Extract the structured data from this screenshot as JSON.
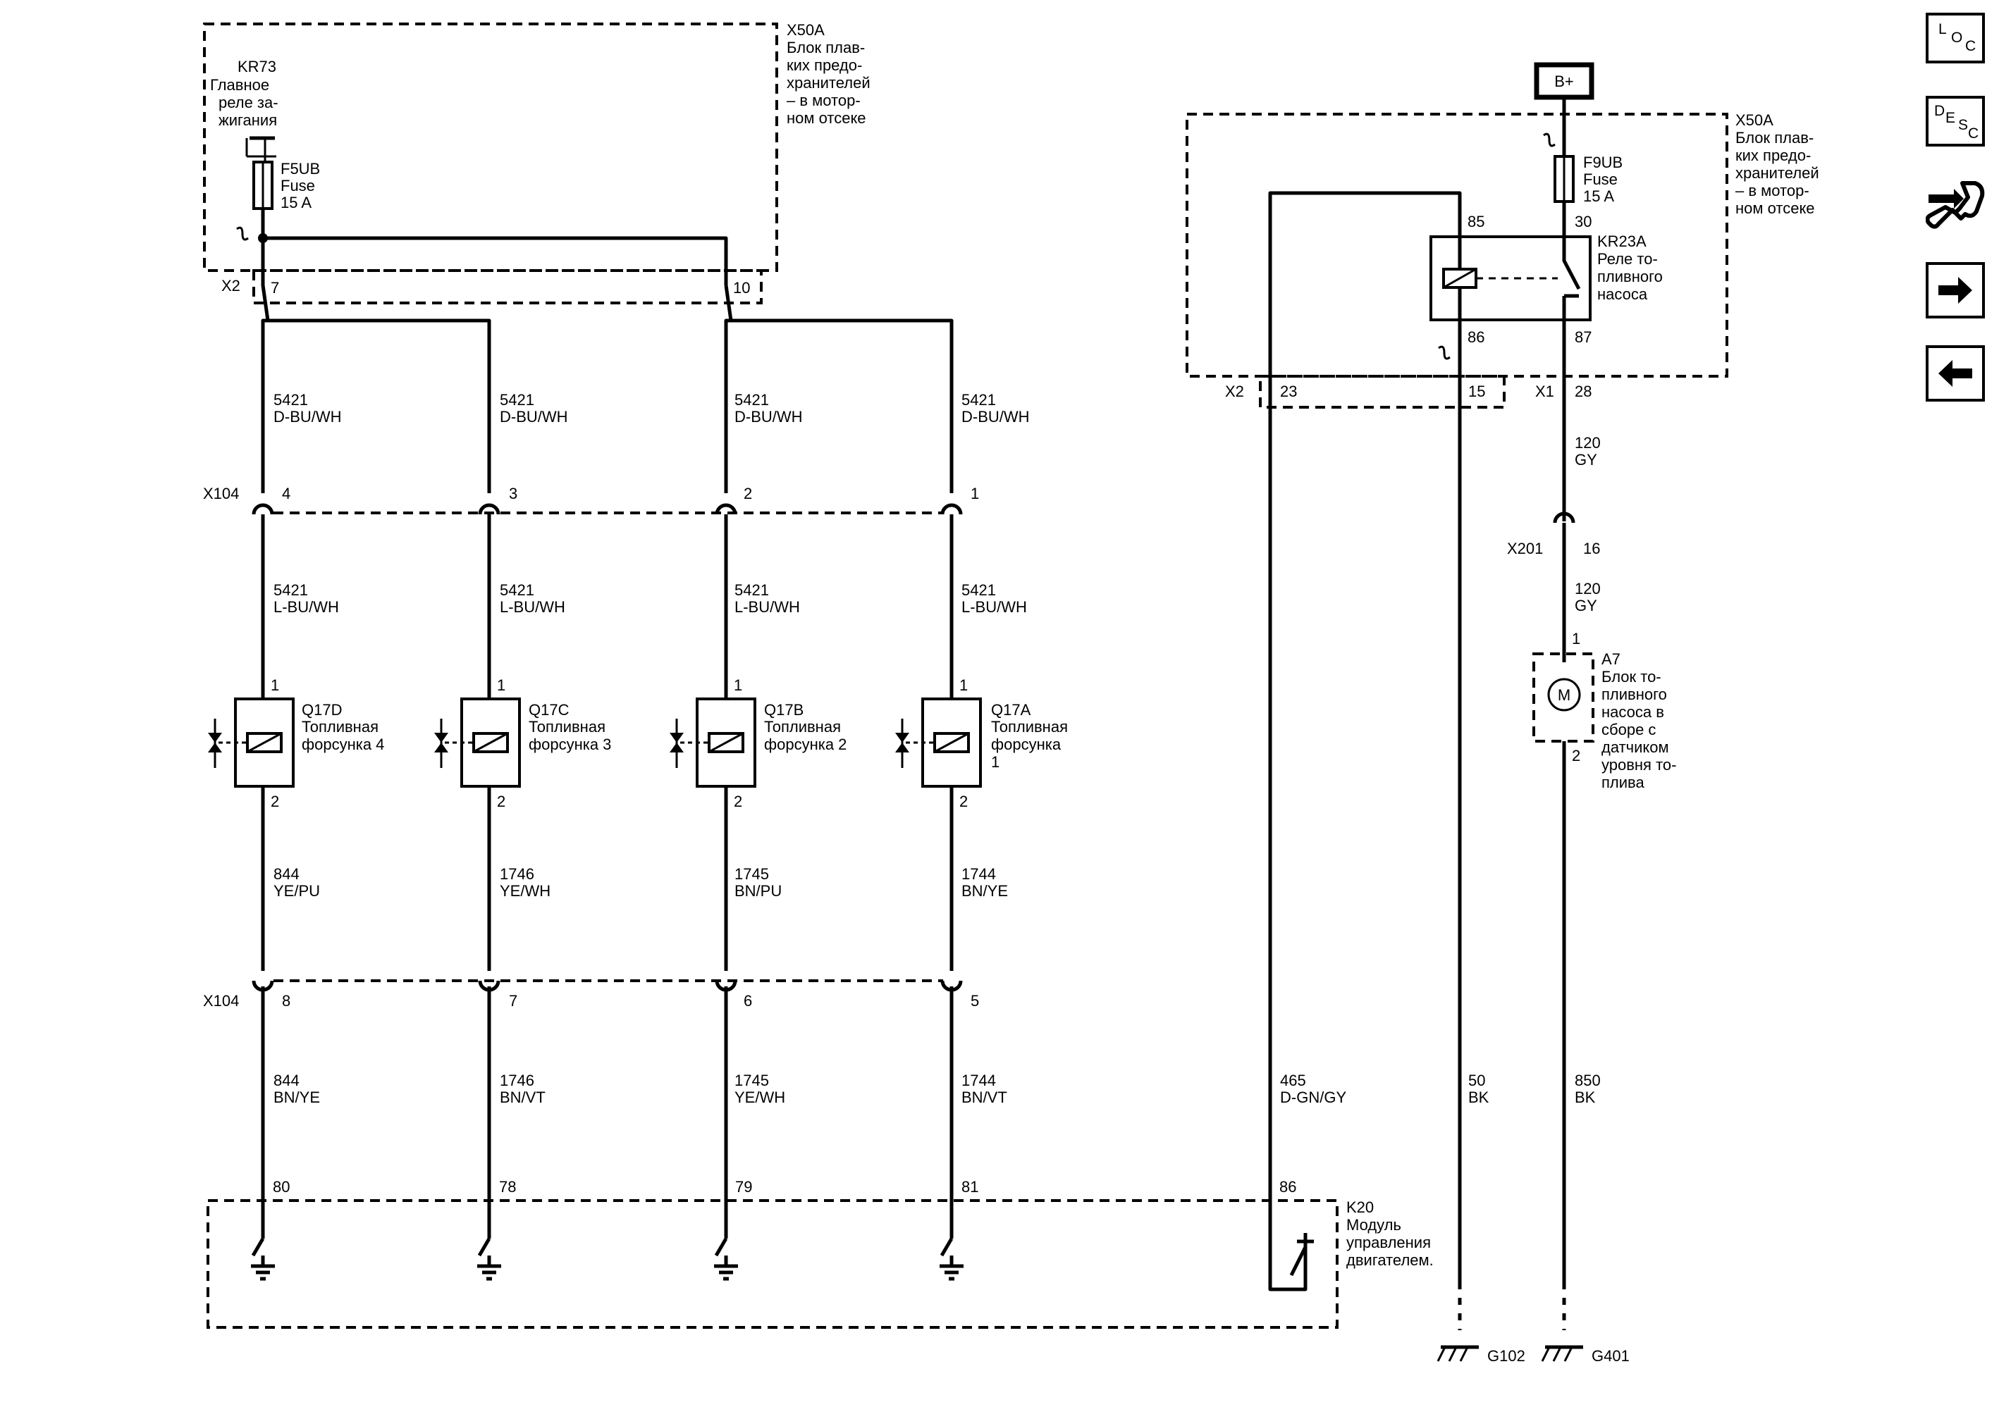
{
  "components": {
    "x50a_left": {
      "id": "X50A",
      "name": [
        "Блок плав-",
        "ких предо-",
        "хранителей",
        "– в мотор-",
        "ном отсеке"
      ]
    },
    "x50a_right": {
      "id": "X50A",
      "name": [
        "Блок плав-",
        "ких предо-",
        "хранителей",
        "– в мотор-",
        "ном отсеке"
      ]
    },
    "kr73": {
      "id": "KR73",
      "name": [
        "Главное",
        "реле за-",
        "жигания"
      ]
    },
    "f5ub": {
      "id": "F5UB",
      "name": "Fuse",
      "rating": "15 A"
    },
    "f9ub": {
      "id": "F9UB",
      "name": "Fuse",
      "rating": "15 A"
    },
    "kr23a": {
      "id": "KR23A",
      "name": [
        "Реле то-",
        "пливного",
        "насоса"
      ],
      "pins": {
        "p85": "85",
        "p30": "30",
        "p86": "86",
        "p87": "87"
      }
    },
    "battery": {
      "label": "B+"
    },
    "a7": {
      "id": "A7",
      "name": [
        "Блок то-",
        "пливного",
        "насоса в",
        "сборе с",
        "датчиком",
        "уровня то-",
        "плива"
      ],
      "symbol": "M",
      "pin_top": "1",
      "pin_bottom": "2"
    },
    "k20": {
      "id": "K20",
      "name": [
        "Модуль",
        "управления",
        "двигателем."
      ]
    },
    "g102": {
      "label": "G102"
    },
    "g401": {
      "label": "G401"
    }
  },
  "injectors": [
    {
      "id": "Q17D",
      "name": [
        "Топливная",
        "форсунка 4"
      ],
      "pin_top": "1",
      "pin_bottom": "2"
    },
    {
      "id": "Q17C",
      "name": [
        "Топливная",
        "форсунка 3"
      ],
      "pin_top": "1",
      "pin_bottom": "2"
    },
    {
      "id": "Q17B",
      "name": [
        "Топливная",
        "форсунка 2"
      ],
      "pin_top": "1",
      "pin_bottom": "2"
    },
    {
      "id": "Q17A",
      "name": [
        "Топливная",
        "форсунка",
        "1"
      ],
      "pin_top": "1",
      "pin_bottom": "2"
    }
  ],
  "connectors": {
    "x2_left": {
      "id": "X2",
      "pins": [
        "7",
        "10"
      ]
    },
    "x104_top": {
      "id": "X104",
      "pins": [
        "4",
        "3",
        "2",
        "1"
      ]
    },
    "x104_bottom": {
      "id": "X104",
      "pins": [
        "8",
        "7",
        "6",
        "5"
      ]
    },
    "x2_right": {
      "id": "X2",
      "pins": [
        "23",
        "15"
      ]
    },
    "x1_right": {
      "id": "X1",
      "pins": [
        "28"
      ]
    },
    "x201": {
      "id": "X201",
      "pins": [
        "16"
      ]
    },
    "k20_pins": [
      "80",
      "78",
      "79",
      "81",
      "86"
    ]
  },
  "wires": {
    "feed": [
      {
        "circuit": "5421",
        "color": "D-BU/WH"
      },
      {
        "circuit": "5421",
        "color": "D-BU/WH"
      },
      {
        "circuit": "5421",
        "color": "D-BU/WH"
      },
      {
        "circuit": "5421",
        "color": "D-BU/WH"
      }
    ],
    "injector_in": [
      {
        "circuit": "5421",
        "color": "L-BU/WH"
      },
      {
        "circuit": "5421",
        "color": "L-BU/WH"
      },
      {
        "circuit": "5421",
        "color": "L-BU/WH"
      },
      {
        "circuit": "5421",
        "color": "L-BU/WH"
      }
    ],
    "injector_out": [
      {
        "circuit": "844",
        "color": "YE/PU"
      },
      {
        "circuit": "1746",
        "color": "YE/WH"
      },
      {
        "circuit": "1745",
        "color": "BN/PU"
      },
      {
        "circuit": "1744",
        "color": "BN/YE"
      }
    ],
    "to_ecm": [
      {
        "circuit": "844",
        "color": "BN/YE"
      },
      {
        "circuit": "1746",
        "color": "BN/VT"
      },
      {
        "circuit": "1745",
        "color": "YE/WH"
      },
      {
        "circuit": "1744",
        "color": "BN/VT"
      }
    ],
    "relay_control": {
      "circuit": "465",
      "color": "D-GN/GY"
    },
    "relay_ground": {
      "circuit": "50",
      "color": "BK"
    },
    "pump_feed_a": {
      "circuit": "120",
      "color": "GY"
    },
    "pump_feed_b": {
      "circuit": "120",
      "color": "GY"
    },
    "pump_ground": {
      "circuit": "850",
      "color": "BK"
    }
  },
  "nav": {
    "loc": [
      "L",
      "O",
      "C"
    ],
    "desc": [
      "D",
      "E",
      "S",
      "C"
    ],
    "icons": [
      "connector-wrench-icon",
      "arrow-right-icon",
      "arrow-left-icon"
    ]
  }
}
